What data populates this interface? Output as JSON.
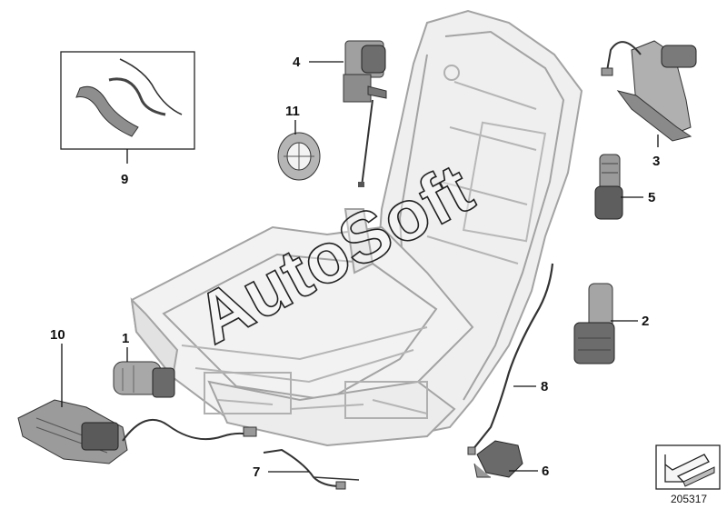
{
  "callouts": [
    {
      "id": "1",
      "text": "1"
    },
    {
      "id": "2",
      "text": "2"
    },
    {
      "id": "3",
      "text": "3"
    },
    {
      "id": "4",
      "text": "4"
    },
    {
      "id": "5",
      "text": "5"
    },
    {
      "id": "6",
      "text": "6"
    },
    {
      "id": "7",
      "text": "7"
    },
    {
      "id": "8",
      "text": "8"
    },
    {
      "id": "9",
      "text": "9"
    },
    {
      "id": "10",
      "text": "10"
    },
    {
      "id": "11",
      "text": "11"
    }
  ],
  "watermark": "AutoSoft",
  "reference_number": "205317",
  "colors": {
    "frame": "#c9c9c9",
    "frame_stroke": "#9a9a9a",
    "part_fill": "#9e9e9e",
    "part_dark": "#4a4a4a",
    "line": "#111111"
  }
}
